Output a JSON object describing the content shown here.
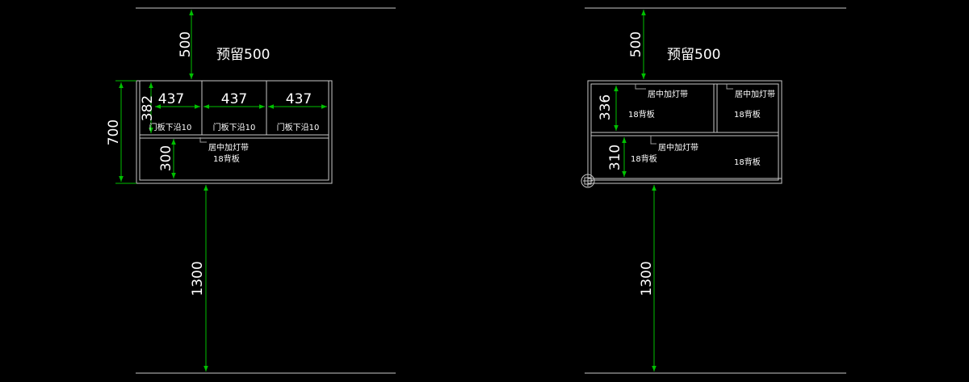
{
  "colors": {
    "background": "#000000",
    "outline": "#c8c8c8",
    "dimension": "#00c000",
    "text": "#ffffff",
    "leader": "#9a9a9a"
  },
  "left": {
    "reserve_label": "预留500",
    "top_gap": "500",
    "height_total": "700",
    "upper_height": "382",
    "lower_height": "300",
    "bottom_gap": "1300",
    "widths": [
      "437",
      "437",
      "437"
    ],
    "door_notes": [
      "门板下沿10",
      "门板下沿10",
      "门板下沿10"
    ],
    "light_note": "居中加灯带",
    "back_note": "18背板"
  },
  "right": {
    "reserve_label": "预留500",
    "top_gap": "500",
    "upper_height": "336",
    "lower_height": "310",
    "bottom_gap": "1300",
    "light_note_a": "居中加灯带",
    "back_note_a": "18背板",
    "light_note_b": "居中加灯带",
    "back_note_b": "18背板",
    "light_note_c": "居中加灯带",
    "back_note_c": "18背板",
    "back_note_d": "18背板"
  }
}
